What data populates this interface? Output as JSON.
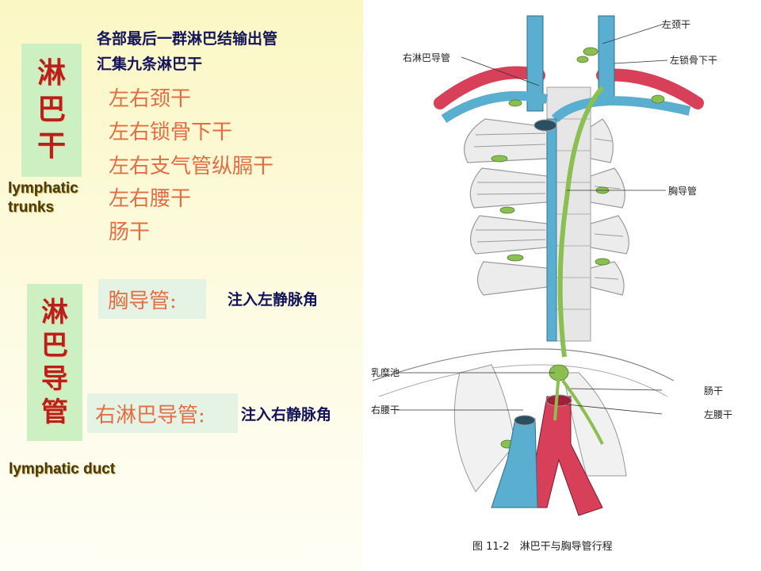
{
  "trunks_heading": {
    "box_chars": [
      "淋",
      "巴",
      "干"
    ],
    "english": [
      "lymphatic",
      "trunks"
    ],
    "summary_lines": [
      "各部最后一群淋巴结输出管",
      "汇集九条淋巴干"
    ],
    "items": [
      "左右颈干",
      "左右锁骨下干",
      "左右支气管纵膈干",
      "左右腰干",
      "肠干"
    ]
  },
  "duct_heading": {
    "box_chars": [
      "淋",
      "巴",
      "导",
      "管"
    ],
    "english": "lymphatic duct",
    "ducts": [
      {
        "name": "胸导管:",
        "destination": "注入左静脉角"
      },
      {
        "name": "右淋巴导管:",
        "destination": "注入右静脉角"
      }
    ]
  },
  "figure": {
    "labels": {
      "left_jugular": "左颈干",
      "right_lymph_duct": "右淋巴导管",
      "left_subclavian": "左锁骨下干",
      "thoracic_duct": "胸导管",
      "cisterna_chyli": "乳糜池",
      "intestinal": "肠干",
      "right_lumbar": "右腰干",
      "left_lumbar": "左腰干"
    },
    "caption": "图 11-2　淋巴干与胸导管行程",
    "colors": {
      "vein": "#5aaed0",
      "artery": "#d8405a",
      "lymph": "#8bbf52",
      "bone": "#bcbcbc"
    }
  }
}
